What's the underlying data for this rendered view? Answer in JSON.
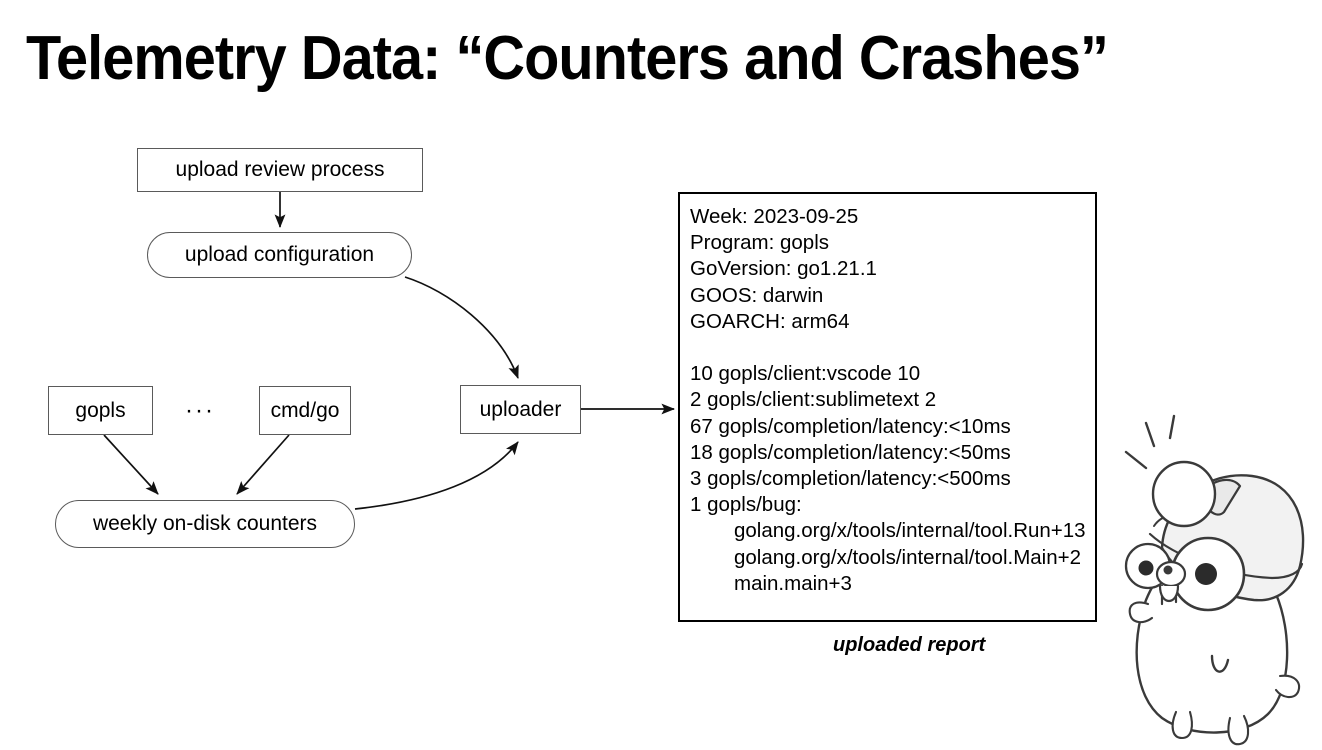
{
  "slide": {
    "title": "Telemetry Data: “Counters and Crashes”"
  },
  "diagram": {
    "nodes": {
      "upload_review_process": "upload review process",
      "upload_configuration": "upload configuration",
      "gopls": "gopls",
      "ellipsis": "···",
      "cmd_go": "cmd/go",
      "uploader": "uploader",
      "weekly_on_disk_counters": "weekly on-disk counters"
    }
  },
  "report": {
    "caption": "uploaded report",
    "lines": [
      "Week: 2023-09-25",
      "Program: gopls",
      "GoVersion: go1.21.1",
      "GOOS: darwin",
      "GOARCH: arm64",
      "",
      "10 gopls/client:vscode 10",
      "2 gopls/client:sublimetext 2",
      "67 gopls/completion/latency:<10ms",
      "18 gopls/completion/latency:<50ms",
      "3 gopls/completion/latency:<500ms",
      "1 gopls/bug:",
      "golang.org/x/tools/internal/tool.Run+13",
      "golang.org/x/tools/internal/tool.Main+2",
      "main.main+3"
    ],
    "indented_line_indexes": [
      12,
      13,
      14
    ]
  },
  "mascot": {
    "name": "go-gopher-miner-sketch"
  },
  "colors": {
    "background": "#ffffff",
    "text": "#000000",
    "node_border": "#5a5a5a",
    "report_border": "#000000",
    "edge": "#1a1a1a"
  }
}
